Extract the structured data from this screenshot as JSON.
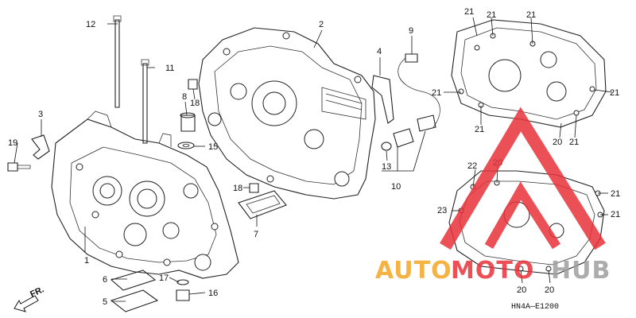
{
  "callouts": {
    "c1": "1",
    "c2": "2",
    "c3": "3",
    "c4": "4",
    "c5": "5",
    "c6": "6",
    "c7": "7",
    "c8": "8",
    "c9": "9",
    "c10": "10",
    "c11": "11",
    "c12": "12",
    "c13": "13",
    "c15": "15",
    "c16": "16",
    "c17": "17",
    "c18a": "18",
    "c18b": "18",
    "c19": "19",
    "c20a": "20",
    "c20b": "20",
    "c20c": "20",
    "c20d": "20",
    "c21a": "21",
    "c21b": "21",
    "c21c": "21",
    "c21d": "21",
    "c21e": "21",
    "c21f": "21",
    "c21g": "21",
    "c21h": "21",
    "c21i": "21",
    "c22": "22",
    "c23": "23"
  },
  "direction_label": "FR.",
  "diagram_code": "HN4A—E1200",
  "watermark": {
    "auto": "AUTO",
    "moto": "MOTO",
    "hub": "HUB",
    "color_orange": "#f5a623",
    "color_red": "#e8323a",
    "color_gray": "#9e9e9e"
  }
}
